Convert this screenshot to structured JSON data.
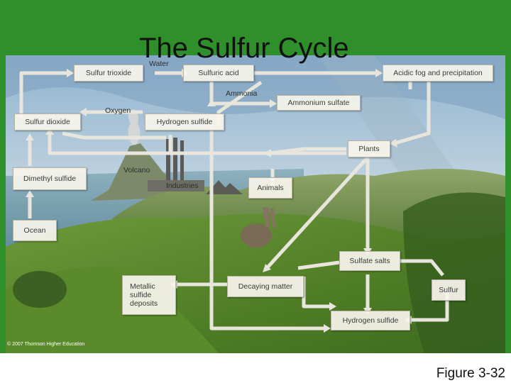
{
  "slide": {
    "title": "The Sulfur Cycle",
    "figure_label": "Figure 3-32",
    "copyright": "© 2007 Thomson Higher Education"
  },
  "diagram": {
    "boxes": {
      "sulfur_trioxide": "Sulfur trioxide",
      "sulfuric_acid": "Sulfuric acid",
      "acidic_fog": "Acidic fog and precipitation",
      "ammonium_sulfate": "Ammonium sulfate",
      "sulfur_dioxide": "Sulfur dioxide",
      "hydrogen_sulfide_top": "Hydrogen sulfide",
      "plants": "Plants",
      "dimethyl_sulfide": "Dimethyl sulfide",
      "animals": "Animals",
      "ocean": "Ocean",
      "sulfate_salts": "Sulfate salts",
      "metallic_deposits": "Metallic sulfide deposits",
      "decaying_matter": "Decaying matter",
      "sulfur": "Sulfur",
      "hydrogen_sulfide_bottom": "Hydrogen sulfide"
    },
    "labels": {
      "water": "Water",
      "ammonia": "Ammonia",
      "oxygen": "Oxygen",
      "volcano": "Volcano",
      "industries": "Industries"
    },
    "colors": {
      "slide_green": "#2f8f2a",
      "arrow": "#e8e6dc",
      "box_fill": "#f6f4ec"
    }
  }
}
